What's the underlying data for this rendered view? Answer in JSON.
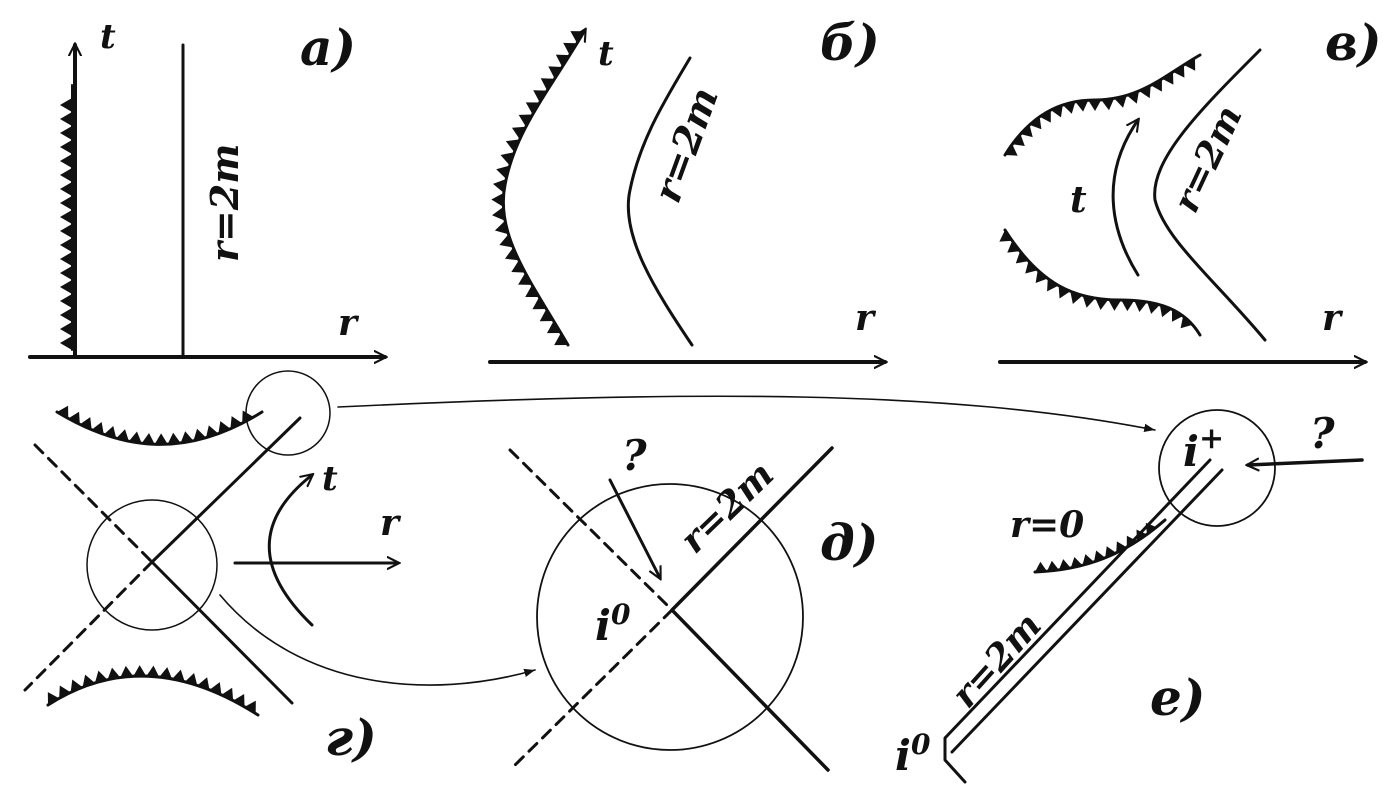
{
  "labels": {
    "t": "t",
    "r": "r",
    "r_eq_2m": "r=2m",
    "r_eq_0": "r=0",
    "i_zero": "i",
    "zero_sup": "0",
    "i_plus": "i",
    "plus_sup": "+",
    "question": "?"
  },
  "panels": {
    "a": "а)",
    "b": "б)",
    "v": "в)",
    "g": "г)",
    "d": "д)",
    "e": "е)"
  }
}
